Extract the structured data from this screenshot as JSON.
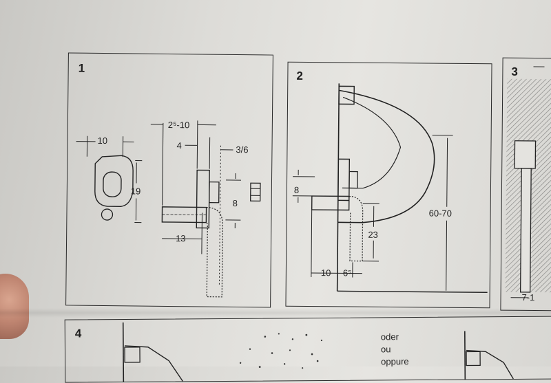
{
  "panels": {
    "p1": {
      "number": "1",
      "dims": {
        "width_plate": "10",
        "height_plate": "19",
        "offset_range": "2⁵-10",
        "offset_4": "4",
        "offset_36": "3/6",
        "height_8": "8",
        "length_13": "13"
      }
    },
    "p2": {
      "number": "2",
      "dims": {
        "height_8": "8",
        "height_2370": "23",
        "height_6070": "60-70",
        "width_10": "10",
        "width_65": "6⁵"
      }
    },
    "p3": {
      "number": "3",
      "dims": {
        "width_71": "7-1"
      }
    },
    "p4": {
      "number": "4",
      "alternatives": [
        "oder",
        "ou",
        "oppure"
      ]
    }
  }
}
